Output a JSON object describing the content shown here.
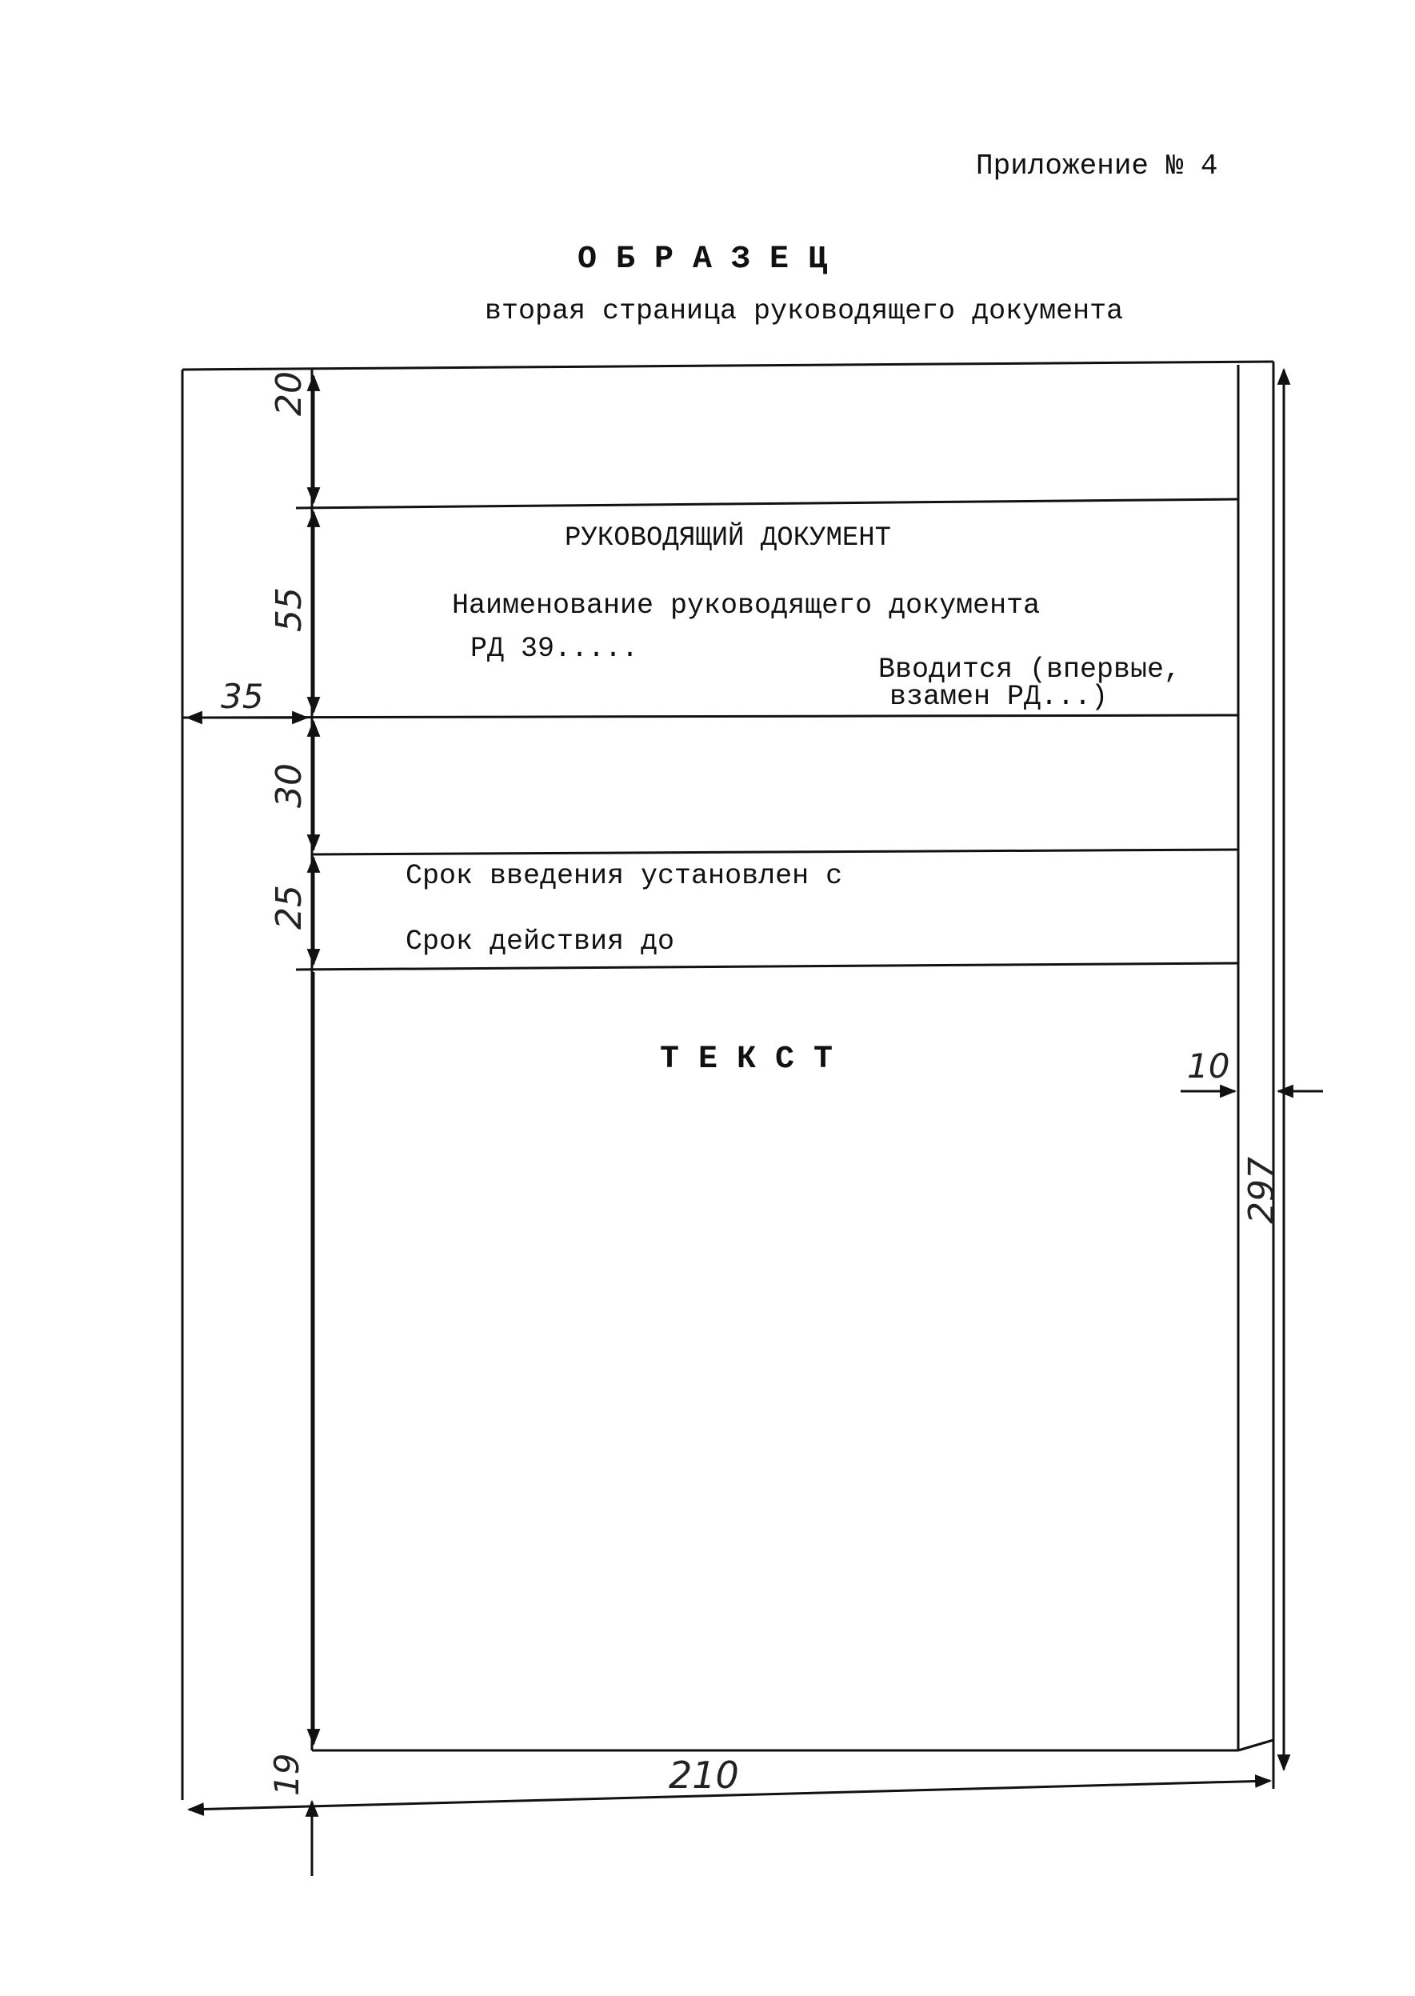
{
  "header": {
    "appendix_label": "Приложение № 4",
    "sample_title": "О Б Р А З Е Ц",
    "sample_subtitle": "вторая страница руководящего документа"
  },
  "form": {
    "doc_type": "РУКОВОДЯЩИЙ ДОКУМЕНТ",
    "doc_name": "Наименование руководящего документа",
    "doc_code": "РД 39.....",
    "introduced_line1": "Вводится (впервые,",
    "introduced_line2": "взамен РД...)",
    "effective_from": "Срок введения установлен с",
    "valid_until": "Срок действия до",
    "body_text": "Т Е К С Т"
  },
  "dimensions": {
    "top_margin": "20",
    "header_block": "55",
    "gap_block": "30",
    "dates_block": "25",
    "left_margin": "35",
    "right_margin": "10",
    "bottom_margin": "19",
    "page_width": "210",
    "page_height": "297"
  }
}
